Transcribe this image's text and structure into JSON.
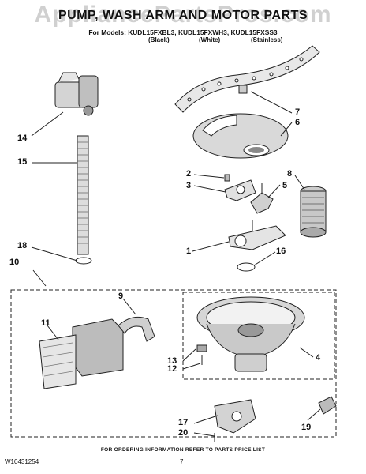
{
  "title": "PUMP, WASH ARM AND MOTOR PARTS",
  "models": "For Models: KUDL15FXBL3, KUDL15FXWH3, KUDL15FXSS3",
  "variants": [
    "(Black)",
    "(White)",
    "(Stainless)"
  ],
  "watermark": "AppliancePartsPros.com",
  "callouts": [
    "1",
    "2",
    "3",
    "4",
    "5",
    "6",
    "7",
    "8",
    "9",
    "10",
    "11",
    "12",
    "13",
    "14",
    "15",
    "16",
    "17",
    "18",
    "19",
    "20"
  ],
  "footer": "FOR ORDERING INFORMATION REFER TO PARTS PRICE LIST",
  "doc_number": "W10431254",
  "page_number": "7"
}
